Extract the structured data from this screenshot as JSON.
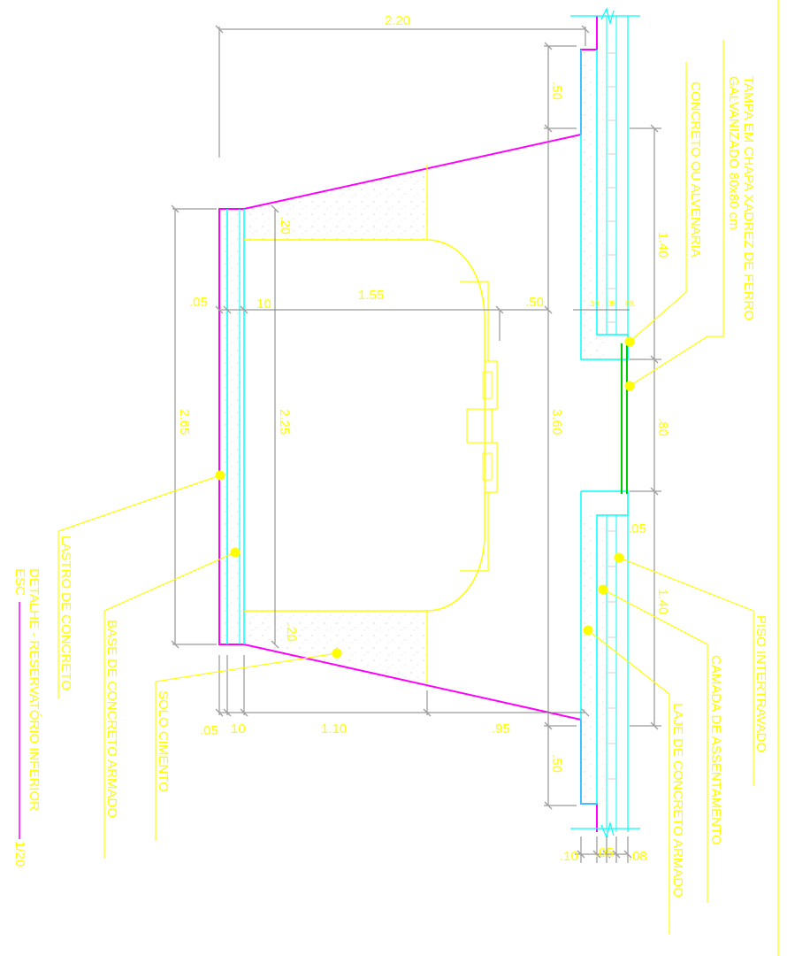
{
  "dimensions": {
    "overall_width": "2.20",
    "slab_top_left": ".50",
    "slab_top_right": ".50",
    "wall_span_upper": "1.40",
    "wall_span_lower": "1.40",
    "opening": ".80",
    "total_depth": "3.60",
    "total_height": "2.65",
    "inner_height": "2.25",
    "haunch_top": ".20",
    "haunch_bottom": ".20",
    "lastro_thk_top": ".05",
    "base_thk_top": "10",
    "interior_width": "1.55",
    "neck_offset": ".50",
    "lastro_thk_bottom": ".05",
    "base_thk_bottom": "10",
    "bottom_width": "1.10",
    "bottom_offset": ".95",
    "small_a": ".10",
    "small_b": ".05",
    "small_c": "08",
    "gap": ".05",
    "bottom_a": ".10",
    "bottom_b": ".05",
    "bottom_c": ".08"
  },
  "labels": {
    "tampa_line1": "TAMPA EM CHAPA XADREZ DE FERRO",
    "tampa_line2": "GALVANIZADO 80x80 cm",
    "concreto_alvenaria": "CONCRETO OU ALVENARIA",
    "piso": "PISO INTERTRAVADO",
    "camada": "CAMADA DE ASSENTAMENTO",
    "laje": "LAJE DE CONCRETO ARMADO",
    "lastro": "LASTRO DE CONCRETO",
    "base": "BASE DE CONCRETO ARMADO",
    "solo": "SOLO CIMENTO",
    "title": "DETALHE   - RESERVATÓRIO INFERIOR",
    "scale_prefix": "ESC",
    "scale_value": "1/20"
  },
  "colors": {
    "yellow": "#ffff00",
    "magenta": "#ff00ff",
    "cyan": "#00ffff",
    "dim_gray": "#808080",
    "green": "#00cc00"
  }
}
